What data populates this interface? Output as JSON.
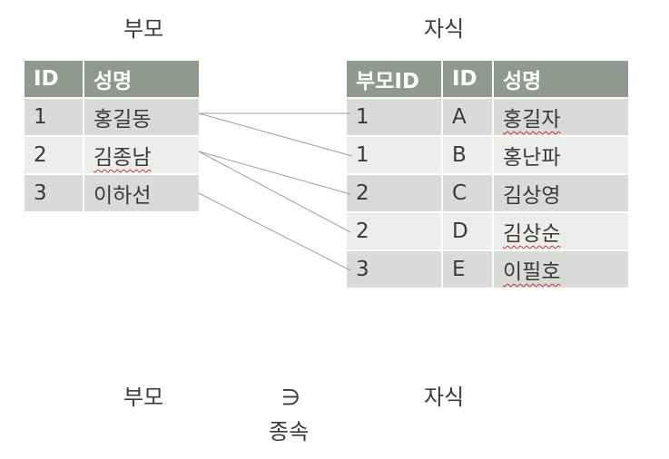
{
  "parent_caption": "부모",
  "child_caption": "자식",
  "parent_table": {
    "headers": [
      "ID",
      "성명"
    ],
    "rows": [
      [
        "1",
        "홍길동"
      ],
      [
        "2",
        "김종남"
      ],
      [
        "3",
        "이하선"
      ]
    ]
  },
  "child_table": {
    "headers": [
      "부모ID",
      "ID",
      "성명"
    ],
    "rows": [
      [
        "1",
        "A",
        "홍길자"
      ],
      [
        "1",
        "B",
        "홍난파"
      ],
      [
        "2",
        "C",
        "김상영"
      ],
      [
        "2",
        "D",
        "김상순"
      ],
      [
        "3",
        "E",
        "이필호"
      ]
    ]
  },
  "relation": {
    "left": "부모",
    "symbol": "∋",
    "right": "자식",
    "label": "종속"
  },
  "colors": {
    "header_bg": "#8f9a8f",
    "row_dark": "#d8dbd8",
    "row_light": "#eceeec",
    "link_line": "#9aa09a",
    "spell_underline": "#d03030"
  }
}
